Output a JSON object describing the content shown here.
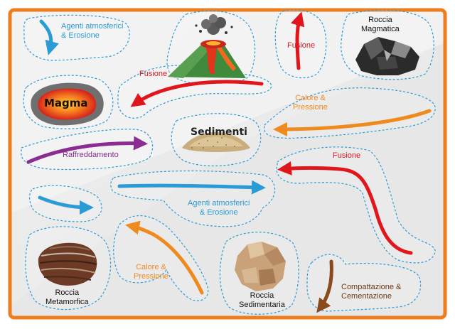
{
  "colors": {
    "frame": "#ee7d1e",
    "dash_outline": "#2b9bd6",
    "weathering": "#2b9bd6",
    "melting": "#e0161c",
    "heat_pressure": "#ef8a1f",
    "cooling": "#8a2c92",
    "compaction": "#8a4a1c"
  },
  "nodes": {
    "magma": "Magma",
    "sediments": "Sedimenti",
    "igneous": "Roccia\nMagmatica",
    "metamorphic": "Roccia\nMetamorfica",
    "sedimentary": "Roccia\nSedimentaria"
  },
  "processes": {
    "weathering_top": "Agenti atmosferici\n& Erosione",
    "melting_volcano": "Fusione",
    "melting_top": "Fusione",
    "heat_pressure_right": "Calore &\nPressione",
    "cooling": "Raffreddamento",
    "melting_right": "Fusione",
    "weathering_middle": "Agenti atmosferici\n& Erosione",
    "heat_pressure_bottom": "Calore &\nPressione",
    "compaction": "Compattazione &\nCementazione"
  },
  "icons": [
    "volcano-icon",
    "magma-rock-icon",
    "sediment-pile-icon",
    "igneous-rock-icon",
    "metamorphic-rock-icon",
    "sedimentary-rock-icon"
  ]
}
